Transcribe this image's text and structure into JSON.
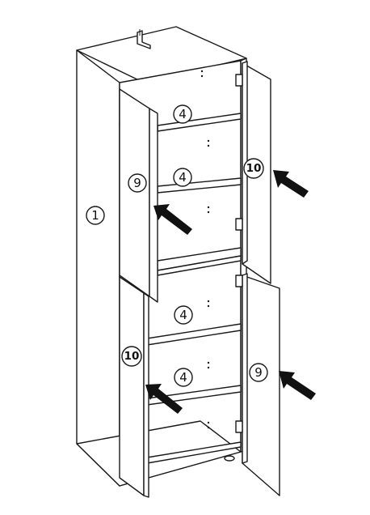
{
  "callouts": {
    "side_panel": "1",
    "shelf_top": "4",
    "shelf_mid_upper": "4",
    "shelf_mid_lower": "4",
    "shelf_bottom": "4",
    "door_upper_left": "9",
    "door_upper_right": "10",
    "door_lower_left": "10",
    "door_lower_right": "9"
  },
  "colors": {
    "line": "#1a1a1a",
    "fill": "#ffffff",
    "arrow": "#111111"
  }
}
